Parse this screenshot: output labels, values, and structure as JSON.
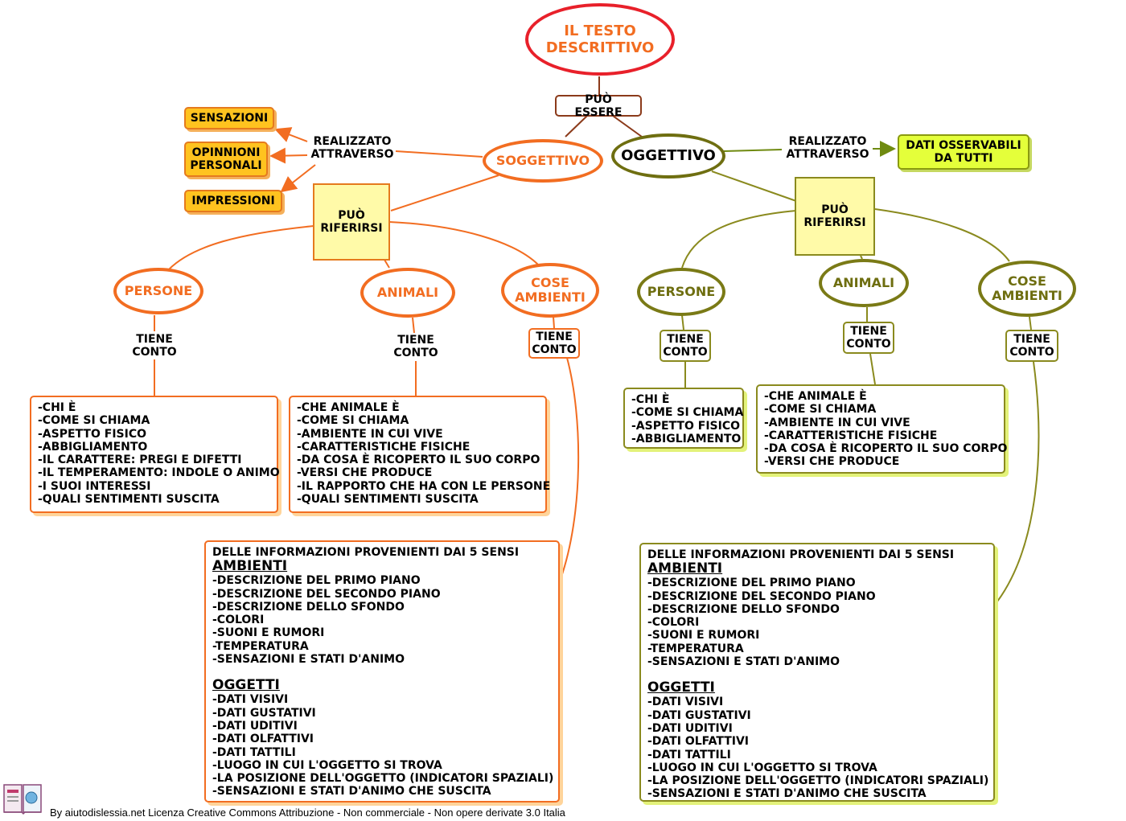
{
  "title": [
    "IL TESTO",
    "DESCRITTIVO"
  ],
  "puo_essere": "PUÒ ESSERE",
  "soggettivo": {
    "label": "SOGGETTIVO",
    "realizzato": [
      "REALIZZATO",
      "ATTRAVERSO"
    ],
    "items": [
      "SENSAZIONI",
      "OPINNIONI PERSONALI",
      "IMPRESSIONI"
    ],
    "puo_riferirsi": [
      "PUÒ",
      "RIFERIRSI"
    ],
    "persone": "PERSONE",
    "animali": "ANIMALI",
    "cose": [
      "COSE",
      "AMBIENTI"
    ],
    "tiene": [
      "TIENE",
      "CONTO"
    ],
    "persone_list": [
      "-CHI È",
      "-COME SI CHIAMA",
      "-ASPETTO FISICO",
      "-ABBIGLIAMENTO",
      "-IL CARATTERE: PREGI E DIFETTI",
      "-IL TEMPERAMENTO: INDOLE O ANIMO",
      "-I SUOI INTERESSI",
      "-QUALI SENTIMENTI SUSCITA"
    ],
    "animali_list": [
      "-CHE ANIMALE È",
      "-COME SI CHIAMA",
      "-AMBIENTE IN CUI VIVE",
      "-CARATTERISTICHE FISICHE",
      "-DA COSA È RICOPERTO IL SUO CORPO",
      "-VERSI CHE PRODUCE",
      "-IL RAPPORTO CHE HA CON LE PERSONE",
      "-QUALI SENTIMENTI SUSCITA"
    ]
  },
  "oggettivo": {
    "label": "OGGETTIVO",
    "realizzato": [
      "REALIZZATO",
      "ATTRAVERSO"
    ],
    "dati": [
      "DATI OSSERVABILI",
      "DA TUTTI"
    ],
    "puo_riferirsi": [
      "PUÒ",
      "RIFERIRSI"
    ],
    "persone": "PERSONE",
    "animali": "ANIMALI",
    "cose": [
      "COSE",
      "AMBIENTI"
    ],
    "tiene": [
      "TIENE",
      "CONTO"
    ],
    "persone_list": [
      "-CHI È",
      "-COME SI CHIAMA",
      "-ASPETTO FISICO",
      "-ABBIGLIAMENTO"
    ],
    "animali_list": [
      "-CHE ANIMALE È",
      "-COME SI CHIAMA",
      "-AMBIENTE IN CUI VIVE",
      "-CARATTERISTICHE FISICHE",
      "-DA COSA È RICOPERTO IL SUO CORPO",
      "-VERSI CHE PRODUCE"
    ]
  },
  "ambienti_box": {
    "intro": "DELLE INFORMAZIONI PROVENIENTI DAI 5 SENSI",
    "ambienti_title": "AMBIENTI",
    "ambienti_list": [
      "-DESCRIZIONE DEL PRIMO PIANO",
      "-DESCRIZIONE DEL SECONDO PIANO",
      "-DESCRIZIONE DELLO SFONDO",
      "-COLORI",
      "-SUONI E RUMORI",
      "-TEMPERATURA",
      "-SENSAZIONI E STATI D'ANIMO"
    ],
    "oggetti_title": "OGGETTI",
    "oggetti_list": [
      "-DATI VISIVI",
      "-DATI GUSTATIVI",
      "-DATI UDITIVI",
      "-DATI OLFATTIVI",
      "-DATI TATTILI",
      "-LUOGO IN CUI L'OGGETTO SI TROVA",
      "-LA POSIZIONE DELL'OGGETTO (INDICATORI SPAZIALI)",
      "-SENSAZIONI E STATI D'ANIMO CHE SUSCITA"
    ]
  },
  "footer": "By aiutodislessia.net Licenza Creative Commons Attribuzione - Non commerciale - Non opere derivate 3.0 Italia",
  "colors": {
    "orange": "#f26d21",
    "olive": "#7a7a16",
    "red": "#e8202a",
    "yellow": "#fffaa8"
  }
}
